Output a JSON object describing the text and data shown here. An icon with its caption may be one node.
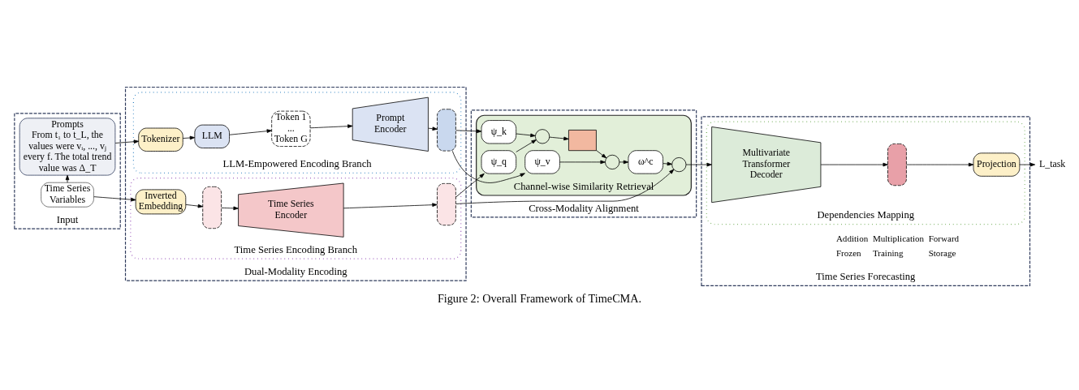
{
  "diagram": {
    "caption": "Figure 2: Overall Framework of TimeCMA.",
    "nodes": [
      {
        "text": [
          "Input"
        ]
      },
      {
        "text": [
          "Time Series",
          "Variables"
        ],
        "in": 0
      },
      {
        "text": [
          "Prompts",
          "From t₁ to t_L, the values were vᵢ, ..., vⱼ every f. The total trend value was Δ_T"
        ],
        "in": 0
      },
      {
        "text": [
          "Dual-Modality Encoding"
        ]
      },
      {
        "text": [
          "Time Series Encoding Branch"
        ],
        "in": 3
      },
      {
        "text": [
          "Inverted Embedding"
        ],
        "in": 4
      },
      {
        "text": [],
        "shape": "box",
        "in": 4
      },
      {
        "text": [
          "Time Series Encoder"
        ],
        "in": 4
      },
      {
        "text": [],
        "shape": "box",
        "in": 4
      },
      {
        "text": [
          "LLM-Empowered Encoding Branch"
        ],
        "in": 3
      },
      {
        "text": [
          "Tokenizer"
        ],
        "in": 9
      },
      {
        "text": [
          "LLM"
        ],
        "in": 9
      },
      {
        "text": [
          "Token 1",
          "...",
          "Token G"
        ],
        "in": 9
      },
      {
        "text": [
          "Prompt Encoder"
        ],
        "in": 9
      },
      {
        "text": [],
        "shape": "box",
        "in": 9
      },
      {
        "text": [
          "Cross-Modality Alignment"
        ]
      },
      {
        "text": [
          "Channel-wise Similarity Retrieval"
        ],
        "in": 15
      },
      {
        "text": [
          "ψ_q"
        ],
        "in": 16
      },
      {
        "text": [
          "ψ_k"
        ],
        "in": 16
      },
      {
        "text": [
          "ψ_v"
        ],
        "in": 16
      },
      {
        "text": [],
        "shape": "circle",
        "in": 16
      },
      {
        "text": [],
        "shape": "box",
        "in": 16
      },
      {
        "text": [],
        "shape": "circle",
        "in": 16
      },
      {
        "text": [
          "ω^c"
        ],
        "in": 16
      },
      {
        "text": [],
        "shape": "circle",
        "in": 16
      },
      {
        "text": [
          "Time Series Forecasting"
        ]
      },
      {
        "text": [
          "Dependencies Mapping"
        ],
        "in": 25
      },
      {
        "text": [
          "Multivariate Transformer Decoder"
        ],
        "in": 26
      },
      {
        "text": [],
        "shape": "box",
        "in": 26
      },
      {
        "text": [
          "Projection"
        ],
        "in": 26
      },
      {
        "text": [
          "L_task"
        ]
      }
    ],
    "edges": [
      {
        "from": 1,
        "to": 2,
        "arrow": "to"
      },
      {
        "from": 1,
        "to": 5,
        "arrow": "to"
      },
      {
        "from": 2,
        "to": 10,
        "arrow": "to"
      },
      {
        "from": 5,
        "to": 6,
        "arrow": "to"
      },
      {
        "from": 6,
        "to": 7,
        "arrow": "to"
      },
      {
        "from": 7,
        "to": 8,
        "arrow": "to"
      },
      {
        "from": 10,
        "to": 11,
        "arrow": "to"
      },
      {
        "from": 11,
        "to": 12,
        "arrow": "to"
      },
      {
        "from": 12,
        "to": 13,
        "arrow": "to"
      },
      {
        "from": 13,
        "to": 14,
        "arrow": "to"
      },
      {
        "from": 8,
        "to": 17,
        "arrow": "to"
      },
      {
        "from": 8,
        "to": 24,
        "arrow": "to"
      },
      {
        "from": 14,
        "to": 18,
        "arrow": "to"
      },
      {
        "from": 14,
        "to": 19,
        "arrow": "to"
      },
      {
        "from": 17,
        "to": 20,
        "arrow": "to"
      },
      {
        "from": 18,
        "to": 20,
        "arrow": "to"
      },
      {
        "from": 20,
        "to": 21,
        "arrow": "to"
      },
      {
        "from": 21,
        "to": 22,
        "arrow": "to"
      },
      {
        "from": 19,
        "to": 22,
        "arrow": "to"
      },
      {
        "from": 22,
        "to": 23,
        "arrow": "to"
      },
      {
        "from": 23,
        "to": 24,
        "arrow": "to"
      },
      {
        "from": 24,
        "to": 27,
        "arrow": "to"
      },
      {
        "from": 27,
        "to": 28,
        "arrow": "to"
      },
      {
        "from": 28,
        "to": 29,
        "arrow": "to"
      },
      {
        "from": 29,
        "to": 30,
        "arrow": "to"
      }
    ],
    "legend": [
      {
        "text": "Addition"
      },
      {
        "text": "Multiplication"
      },
      {
        "text": "Forward"
      },
      {
        "text": "Frozen"
      },
      {
        "text": "Training"
      },
      {
        "text": "Storage"
      }
    ]
  }
}
